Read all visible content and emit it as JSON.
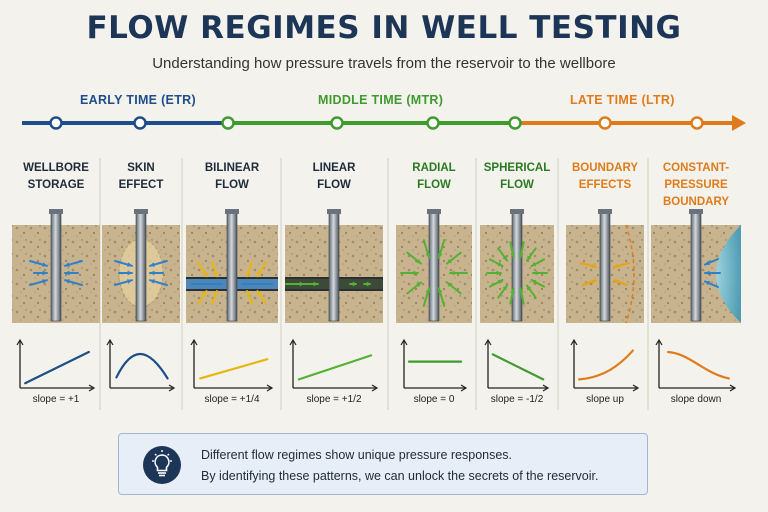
{
  "title": "FLOW REGIMES IN WELL TESTING",
  "subtitle": "Understanding how pressure travels from the reservoir to the wellbore",
  "phases": [
    {
      "label": "EARLY TIME (ETR)",
      "color": "#1d4e89"
    },
    {
      "label": "MIDDLE TIME (MTR)",
      "color": "#3f9b2e"
    },
    {
      "label": "LATE TIME (LTR)",
      "color": "#e07b1a"
    }
  ],
  "regimes": [
    {
      "line1": "WELLBORE",
      "line2": "STORAGE",
      "slope": "slope = +1",
      "curve": "rise-steep",
      "color": "#1d4e89",
      "title_color": "#1d2b3a",
      "flow": "wellbore-storage",
      "arrow_color": "#2f80c9"
    },
    {
      "line1": "SKIN",
      "line2": "EFFECT",
      "slope": "",
      "curve": "hump",
      "color": "#1d4e89",
      "title_color": "#1d2b3a",
      "flow": "skin",
      "arrow_color": "#2f80c9"
    },
    {
      "line1": "BILINEAR",
      "line2": "FLOW",
      "slope": "slope = +1/4",
      "curve": "rise-quarter",
      "color": "#e8b70e",
      "title_color": "#1d2b3a",
      "flow": "bilinear",
      "arrow_color": "#e8b70e"
    },
    {
      "line1": "LINEAR",
      "line2": "FLOW",
      "slope": "slope = +1/2",
      "curve": "rise-half",
      "color": "#53b232",
      "title_color": "#1d2b3a",
      "flow": "linear",
      "arrow_color": "#53b232"
    },
    {
      "line1": "RADIAL",
      "line2": "FLOW",
      "slope": "slope = 0",
      "curve": "flat",
      "color": "#3f9b2e",
      "title_color": "#2a7a22",
      "flow": "radial",
      "arrow_color": "#53b232"
    },
    {
      "line1": "SPHERICAL",
      "line2": "FLOW",
      "slope": "slope = -1/2",
      "curve": "fall",
      "color": "#3f9b2e",
      "title_color": "#2a7a22",
      "flow": "spherical",
      "arrow_color": "#53b232"
    },
    {
      "line1": "BOUNDARY",
      "line2": "EFFECTS",
      "slope": "slope up",
      "curve": "curve-up",
      "color": "#e07b1a",
      "title_color": "#e07b1a",
      "flow": "boundary",
      "arrow_color": "#e8a40e"
    },
    {
      "line1": "CONSTANT-PRESSURE",
      "line2": "BOUNDARY",
      "slope": "slope down",
      "curve": "curve-down",
      "color": "#e07b1a",
      "title_color": "#e07b1a",
      "flow": "constant-pressure",
      "arrow_color": "#2f80c9"
    }
  ],
  "note": {
    "line1": "Different flow regimes show unique pressure responses.",
    "line2": "By identifying these patterns, we can unlock the secrets of the reservoir.",
    "icon": "lightbulb-icon"
  }
}
